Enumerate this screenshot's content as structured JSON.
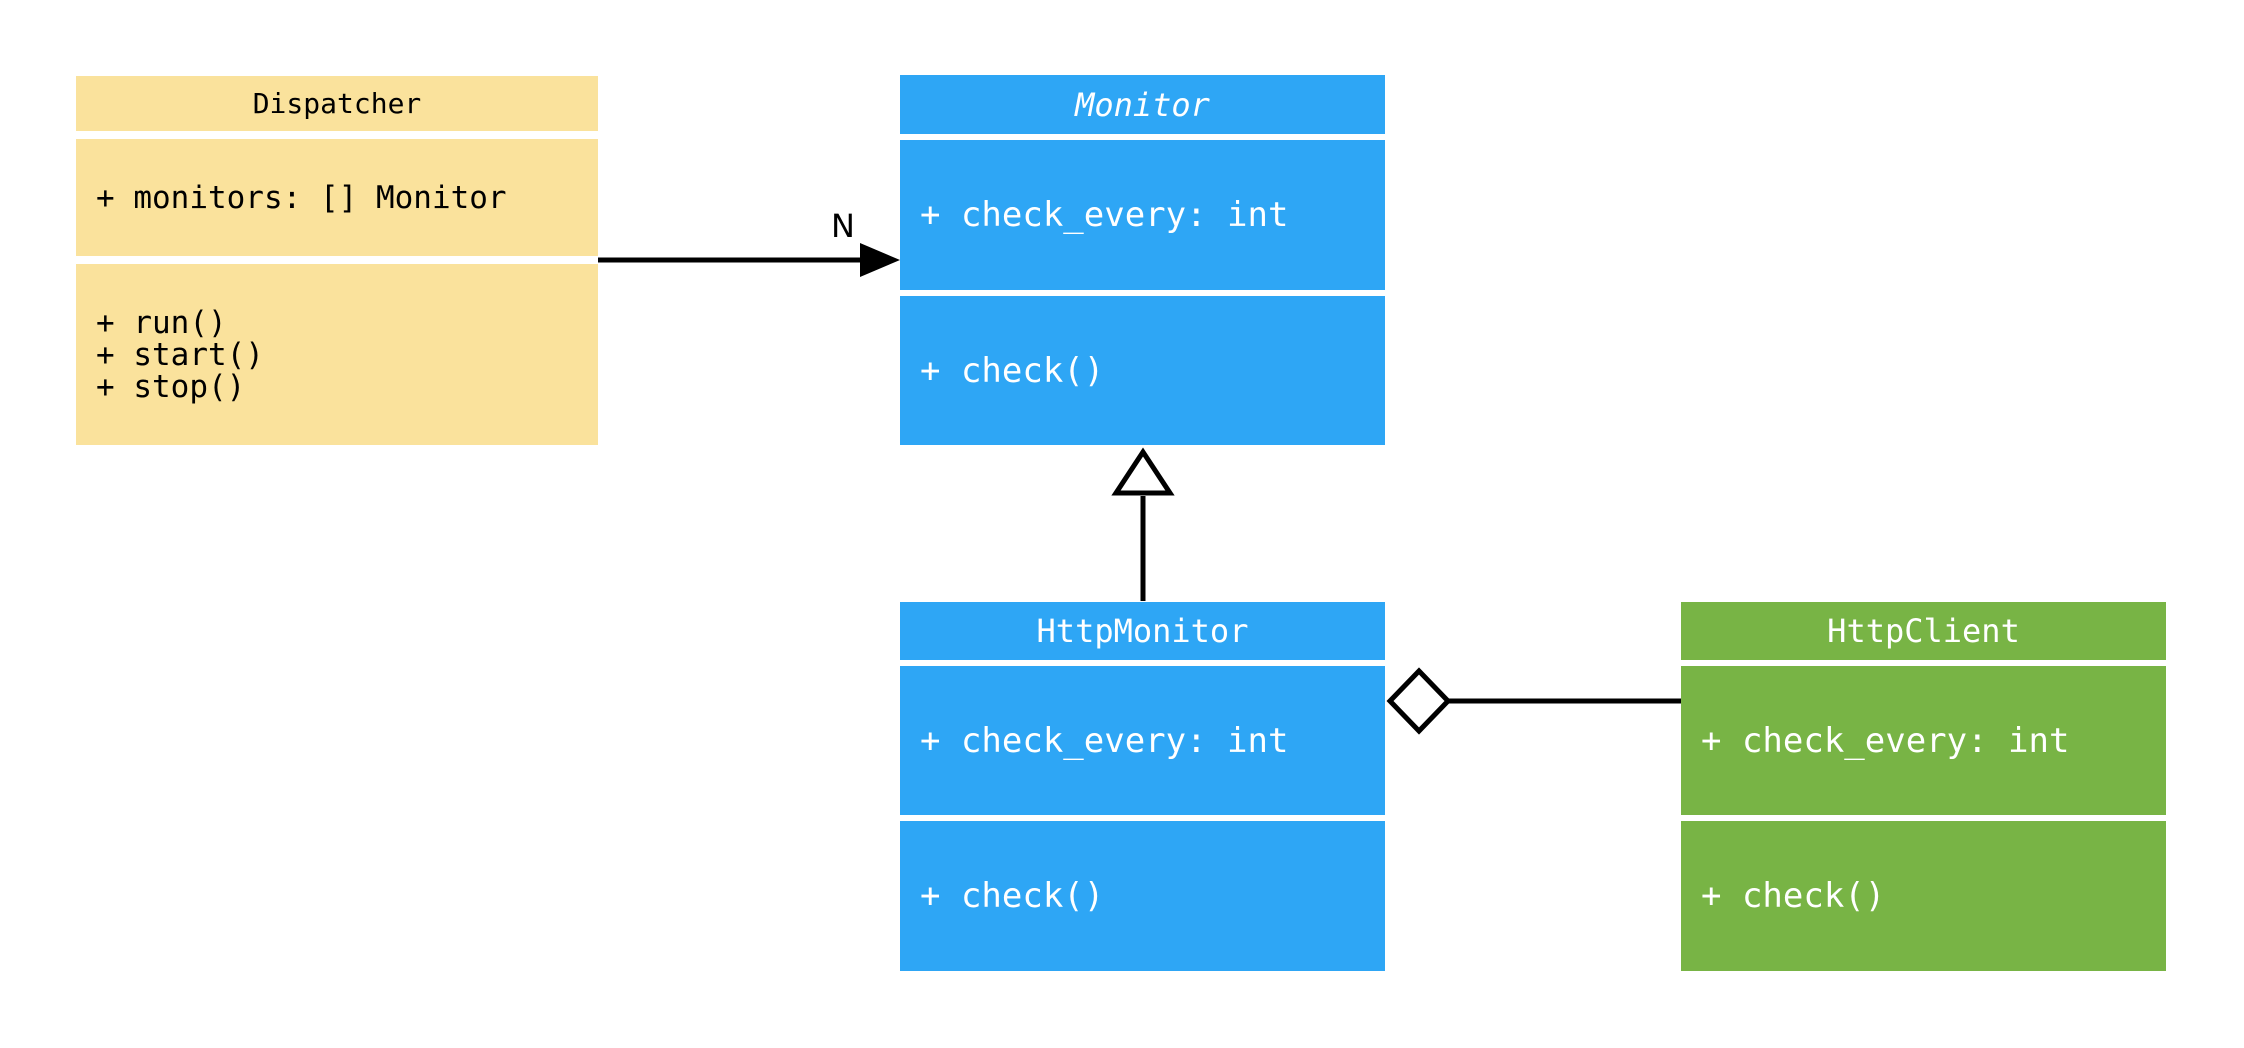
{
  "diagram": {
    "type": "uml-class-diagram",
    "background": "#ffffff",
    "line_color": "#000000",
    "classes": [
      {
        "id": "dispatcher",
        "name": "Dispatcher",
        "abstract": false,
        "fill": "#FAE29C",
        "text_color": "#000000",
        "attributes": [
          "+ monitors: [] Monitor"
        ],
        "methods": [
          "+ run()",
          "+ start()",
          "+ stop()"
        ]
      },
      {
        "id": "monitor",
        "name": "Monitor",
        "abstract": true,
        "fill": "#2EA6F5",
        "text_color": "#FFFFFF",
        "attributes": [
          "+ check_every: int"
        ],
        "methods": [
          "+ check()"
        ]
      },
      {
        "id": "httpmonitor",
        "name": "HttpMonitor",
        "abstract": false,
        "fill": "#2EA6F5",
        "text_color": "#FFFFFF",
        "attributes": [
          "+ check_every: int"
        ],
        "methods": [
          "+ check()"
        ]
      },
      {
        "id": "httpclient",
        "name": "HttpClient",
        "abstract": false,
        "fill": "#78B445",
        "text_color": "#FFFFFF",
        "attributes": [
          "+ check_every: int"
        ],
        "methods": [
          "+ check()"
        ]
      }
    ],
    "relationships": [
      {
        "type": "association",
        "from": "Dispatcher",
        "to": "Monitor",
        "label": "N"
      },
      {
        "type": "inheritance",
        "from": "HttpMonitor",
        "to": "Monitor",
        "label": ""
      },
      {
        "type": "aggregation",
        "from": "HttpMonitor",
        "to": "HttpClient",
        "label": ""
      }
    ]
  }
}
